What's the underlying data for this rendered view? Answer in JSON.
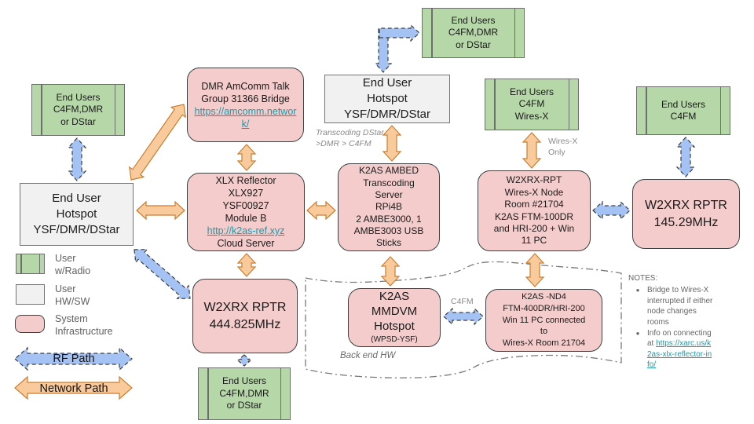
{
  "nodes": {
    "end_users_nw": {
      "text": "End Users\nC4FM,DMR\nor DStar"
    },
    "hotspot_left": {
      "text": "End User\nHotspot\nYSF/DMR/DStar"
    },
    "amcomm": {
      "text": "DMR AmComm Talk\nGroup 31366 Bridge",
      "link": "https://amcomm.network/"
    },
    "xlx": {
      "text_top": "XLX Reflector\nXLX927\nYSF00927\nModule B",
      "link": "http://k2as-ref.xyz",
      "text_bottom": "Cloud Server"
    },
    "hotspot_top": {
      "text": "End User\nHotspot\nYSF/DMR/DStar"
    },
    "end_users_n": {
      "text": "End Users\nC4FM,DMR\nor DStar"
    },
    "ambed": {
      "text": "K2AS AMBED\nTranscoding\nServer\nRPi4B\n2 AMBE3000, 1\nAMBE3003  USB\nSticks"
    },
    "end_users_wiresx": {
      "text": "End Users\nC4FM\nWires-X"
    },
    "w2xrx_rpt": {
      "text": "W2XRX-RPT\nWires-X Node\nRoom #21704\nK2AS FTM-100DR\nand HRI-200 + Win\n11 PC"
    },
    "end_users_e": {
      "text": "End Users\nC4FM"
    },
    "rptr_145": {
      "text": "W2XRX RPTR\n145.29MHz"
    },
    "rptr_444": {
      "text": "W2XRX RPTR\n444.825MHz"
    },
    "end_users_s": {
      "text": "End Users\nC4FM,DMR\nor DStar"
    },
    "mmdvm": {
      "text": "K2AS\nMMDVM\nHotspot",
      "sub": "(WPSD-YSF)"
    },
    "nd4": {
      "text": "K2AS -ND4\nFTM-400DR/HRI-200\nWin 11 PC connected\nto\nWires-X Room 21704"
    }
  },
  "labels": {
    "transcoding": "Transcoding\nDStar >DMR >\nC4FM",
    "wiresx_only": "Wires-X\nOnly",
    "c4fm": "C4FM",
    "backend_hw": "Back end HW"
  },
  "legend": {
    "user_radio": "User\nw/Radio",
    "user_hwsw": "User\nHW/SW",
    "system_infra": "System\nInfrastructure",
    "rf_path": "RF Path",
    "network_path": "Network Path"
  },
  "notes": {
    "title": "NOTES:",
    "bullets": [
      {
        "text": "Bridge to Wires-X interrupted if either node changes rooms"
      },
      {
        "text": "Info on connecting at ",
        "link": "https://xarc.us/k2as-xlx-reflector-info/"
      }
    ]
  },
  "colors": {
    "green_fill": "#b6d7a8",
    "green_border": "#6e6e6e",
    "gray_fill": "#f1f1f1",
    "gray_border": "#737373",
    "pink_fill": "#f4cccc",
    "pink_border": "#3c4043",
    "rf_fill": "#a4c2f4",
    "rf_stroke": "#3d3d3d",
    "net_fill": "#f9cb9c",
    "net_stroke": "#c97e2f",
    "link": "#1b9aaa",
    "label_gray": "#8a8a8a",
    "notes_gray": "#666666"
  }
}
